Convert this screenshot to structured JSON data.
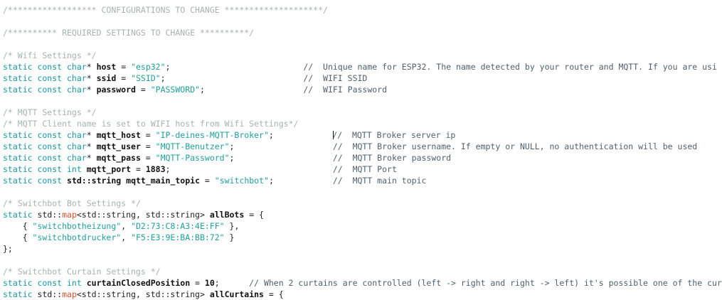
{
  "editor": {
    "background": "#ffffff",
    "caret_color": "#101010",
    "styles": {
      "kw": {
        "color": "#1899A0",
        "bold": false,
        "role": "keyword"
      },
      "str": {
        "color": "#1EA099",
        "bold": false,
        "role": "string"
      },
      "cb": {
        "color": "#A7B3B0",
        "bold": false,
        "role": "block-comment"
      },
      "cl": {
        "color": "#51606C",
        "bold": false,
        "role": "line-comment"
      },
      "pl": {
        "color": "#232323",
        "bold": false,
        "role": "plain"
      },
      "id": {
        "color": "#101010",
        "bold": true,
        "role": "identifier"
      },
      "num": {
        "color": "#101010",
        "bold": true,
        "role": "number"
      },
      "type": {
        "color": "#101010",
        "bold": true,
        "role": "type"
      },
      "accent": {
        "color": "#D9532C",
        "bold": false,
        "role": "template-type"
      }
    },
    "lines": [
      {
        "code": [
          {
            "s": "cb",
            "t": "/****************** CONFIGURATIONS TO CHANGE ********************/"
          }
        ]
      },
      {
        "code": []
      },
      {
        "code": [
          {
            "s": "cb",
            "t": "/********** REQUIRED SETTINGS TO CHANGE **********/"
          }
        ]
      },
      {
        "code": []
      },
      {
        "code": [
          {
            "s": "cb",
            "t": "/* Wifi Settings */"
          }
        ]
      },
      {
        "code": [
          {
            "s": "kw",
            "t": "static const char"
          },
          {
            "s": "pl",
            "t": "* "
          },
          {
            "s": "id",
            "t": "host"
          },
          {
            "s": "pl",
            "t": " = "
          },
          {
            "s": "str",
            "t": "\"esp32\""
          },
          {
            "s": "pl",
            "t": ";"
          }
        ],
        "comment": {
          "col": 61,
          "text": "//  Unique name for ESP32. The name detected by your router and MQTT. If you are usi"
        }
      },
      {
        "code": [
          {
            "s": "kw",
            "t": "static const char"
          },
          {
            "s": "pl",
            "t": "* "
          },
          {
            "s": "id",
            "t": "ssid"
          },
          {
            "s": "pl",
            "t": " = "
          },
          {
            "s": "str",
            "t": "\"SSID\""
          },
          {
            "s": "pl",
            "t": ";"
          }
        ],
        "comment": {
          "col": 61,
          "text": "//  WIFI SSID"
        }
      },
      {
        "code": [
          {
            "s": "kw",
            "t": "static const char"
          },
          {
            "s": "pl",
            "t": "* "
          },
          {
            "s": "id",
            "t": "password"
          },
          {
            "s": "pl",
            "t": " = "
          },
          {
            "s": "str",
            "t": "\"PASSWORD\""
          },
          {
            "s": "pl",
            "t": ";"
          }
        ],
        "comment": {
          "col": 61,
          "text": "//  WIFI Password"
        }
      },
      {
        "code": []
      },
      {
        "code": [
          {
            "s": "cb",
            "t": "/* MQTT Settings */"
          }
        ]
      },
      {
        "code": [
          {
            "s": "cb",
            "t": "/* MQTT Client name is set to WIFI host from Wifi Settings*/"
          }
        ]
      },
      {
        "code": [
          {
            "s": "kw",
            "t": "static const char"
          },
          {
            "s": "pl",
            "t": "* "
          },
          {
            "s": "id",
            "t": "mqtt_host"
          },
          {
            "s": "pl",
            "t": " = "
          },
          {
            "s": "str",
            "t": "\"IP-deines-MQTT-Broker\""
          },
          {
            "s": "pl",
            "t": ";"
          }
        ],
        "comment": {
          "col": 67,
          "caret": true,
          "text": "//  MQTT Broker server ip"
        }
      },
      {
        "code": [
          {
            "s": "kw",
            "t": "static const char"
          },
          {
            "s": "pl",
            "t": "* "
          },
          {
            "s": "id",
            "t": "mqtt_user"
          },
          {
            "s": "pl",
            "t": " = "
          },
          {
            "s": "str",
            "t": "\"MQTT-Benutzer\""
          },
          {
            "s": "pl",
            "t": ";"
          }
        ],
        "comment": {
          "col": 67,
          "text": "//  MQTT Broker username. If empty or NULL, no authentication will be used"
        }
      },
      {
        "code": [
          {
            "s": "kw",
            "t": "static const char"
          },
          {
            "s": "pl",
            "t": "* "
          },
          {
            "s": "id",
            "t": "mqtt_pass"
          },
          {
            "s": "pl",
            "t": " = "
          },
          {
            "s": "str",
            "t": "\"MQTT-Password\""
          },
          {
            "s": "pl",
            "t": ";"
          }
        ],
        "comment": {
          "col": 67,
          "text": "//  MQTT Broker password"
        }
      },
      {
        "code": [
          {
            "s": "kw",
            "t": "static const int"
          },
          {
            "s": "pl",
            "t": " "
          },
          {
            "s": "id",
            "t": "mqtt_port"
          },
          {
            "s": "pl",
            "t": " = "
          },
          {
            "s": "num",
            "t": "1883"
          },
          {
            "s": "pl",
            "t": ";"
          }
        ],
        "comment": {
          "col": 67,
          "text": "//  MQTT Port"
        }
      },
      {
        "code": [
          {
            "s": "kw",
            "t": "static const"
          },
          {
            "s": "pl",
            "t": " "
          },
          {
            "s": "type",
            "t": "std::string"
          },
          {
            "s": "pl",
            "t": " "
          },
          {
            "s": "id",
            "t": "mqtt_main_topic"
          },
          {
            "s": "pl",
            "t": " = "
          },
          {
            "s": "str",
            "t": "\"switchbot\""
          },
          {
            "s": "pl",
            "t": ";"
          }
        ],
        "comment": {
          "col": 67,
          "text": "//  MQTT main topic"
        }
      },
      {
        "code": []
      },
      {
        "code": [
          {
            "s": "cb",
            "t": "/* Switchbot Bot Settings */"
          }
        ]
      },
      {
        "code": [
          {
            "s": "kw",
            "t": "static"
          },
          {
            "s": "pl",
            "t": " std::"
          },
          {
            "s": "accent",
            "t": "map"
          },
          {
            "s": "pl",
            "t": "<std::string, std::string> "
          },
          {
            "s": "id",
            "t": "allBots"
          },
          {
            "s": "pl",
            "t": " = {"
          }
        ]
      },
      {
        "code": [
          {
            "s": "pl",
            "t": "    { "
          },
          {
            "s": "str",
            "t": "\"switchbotheizung\""
          },
          {
            "s": "pl",
            "t": ", "
          },
          {
            "s": "str",
            "t": "\"D2:73:C8:A3:4E:FF\""
          },
          {
            "s": "pl",
            "t": " },"
          }
        ]
      },
      {
        "code": [
          {
            "s": "pl",
            "t": "    { "
          },
          {
            "s": "str",
            "t": "\"switchbotdrucker\""
          },
          {
            "s": "pl",
            "t": ", "
          },
          {
            "s": "str",
            "t": "\"F5:E3:9E:BA:BB:72\""
          },
          {
            "s": "pl",
            "t": " }"
          }
        ]
      },
      {
        "code": [
          {
            "s": "pl",
            "t": "};"
          }
        ]
      },
      {
        "code": []
      },
      {
        "code": [
          {
            "s": "cb",
            "t": "/* Switchbot Curtain Settings */"
          }
        ]
      },
      {
        "code": [
          {
            "s": "kw",
            "t": "static const int"
          },
          {
            "s": "pl",
            "t": " "
          },
          {
            "s": "id",
            "t": "curtainClosedPosition"
          },
          {
            "s": "pl",
            "t": " = "
          },
          {
            "s": "num",
            "t": "10"
          },
          {
            "s": "pl",
            "t": ";"
          }
        ],
        "comment": {
          "col": 50,
          "text": "// When 2 curtains are controlled (left -> right and right -> left) it's possible one of the cur"
        }
      },
      {
        "code": [
          {
            "s": "kw",
            "t": "static"
          },
          {
            "s": "pl",
            "t": " std::"
          },
          {
            "s": "accent",
            "t": "map"
          },
          {
            "s": "pl",
            "t": "<std::string, std::string> "
          },
          {
            "s": "id",
            "t": "allCurtains"
          },
          {
            "s": "pl",
            "t": " = {"
          }
        ]
      }
    ]
  }
}
